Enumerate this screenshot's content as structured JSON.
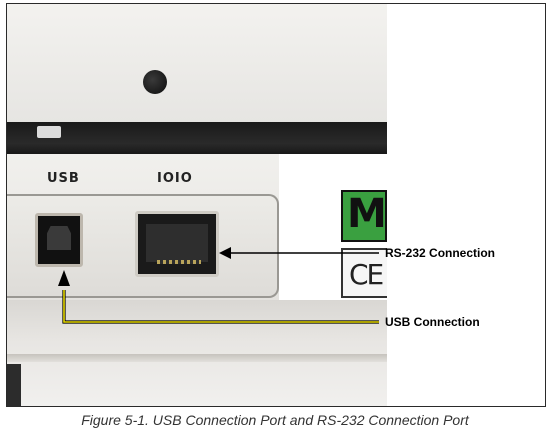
{
  "figure": {
    "panel_labels": {
      "usb": "USB",
      "serial": "IOIO"
    },
    "badge_letter": "M",
    "ce_mark": "CE",
    "callouts": [
      {
        "id": "rs232",
        "label": "RS-232 Connection"
      },
      {
        "id": "usb",
        "label": "USB Connection"
      }
    ],
    "colors": {
      "rs232_line": "#000000",
      "usb_line": "#e6d800",
      "badge_green": "#3aa040"
    }
  },
  "caption": "Figure 5-1. USB Connection Port and RS-232 Connection Port"
}
